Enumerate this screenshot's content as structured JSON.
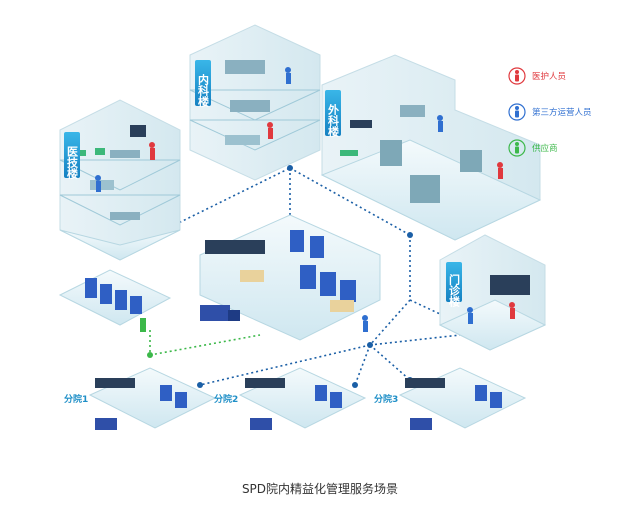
{
  "buildings": {
    "left_label": "医技楼",
    "top_label": "内科楼",
    "right_label": "外科楼",
    "clinic_label": "门诊楼"
  },
  "legend": {
    "items": [
      {
        "label": "医护人员",
        "color": "#e0393e"
      },
      {
        "label": "第三方运营人员",
        "color": "#2f6fd0"
      },
      {
        "label": "供应商",
        "color": "#3cb84a"
      }
    ]
  },
  "branches": [
    "分院1",
    "分院2",
    "分院3"
  ],
  "caption": "SPD院内精益化管理服务场景",
  "colors": {
    "floor": "#dff0f5",
    "wall": "#eef6f9",
    "shelf": "#2f5fc4",
    "link": "#1b5fa6",
    "supplier_link": "#3cb84a",
    "sign": "#1f9ed6"
  }
}
